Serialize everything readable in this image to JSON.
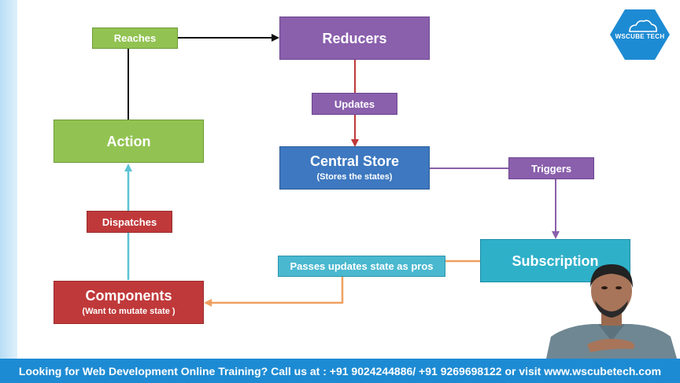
{
  "diagram": {
    "nodes": {
      "reducers": {
        "title": "Reducers"
      },
      "action": {
        "title": "Action"
      },
      "central_store": {
        "title": "Central Store",
        "subtitle": "(Stores the states)"
      },
      "subscription": {
        "title": "Subscription"
      },
      "components": {
        "title": "Components",
        "subtitle": "(Want to mutate state )"
      }
    },
    "edges": {
      "reaches": "Reaches",
      "updates": "Updates",
      "triggers": "Triggers",
      "passes": "Passes updates state as pros",
      "dispatches": "Dispatches"
    }
  },
  "logo": {
    "text": "WSCUBE TECH"
  },
  "banner": {
    "text": "Looking for Web Development Online Training? Call us at : +91 9024244886/ +91 9269698122 or visit www.wscubetech.com"
  },
  "colors": {
    "green": "#92c352",
    "purple": "#8a5fac",
    "blue": "#3d78c0",
    "teal": "#2fb0c9",
    "red": "#c0393a",
    "banner": "#1d8bd3"
  }
}
